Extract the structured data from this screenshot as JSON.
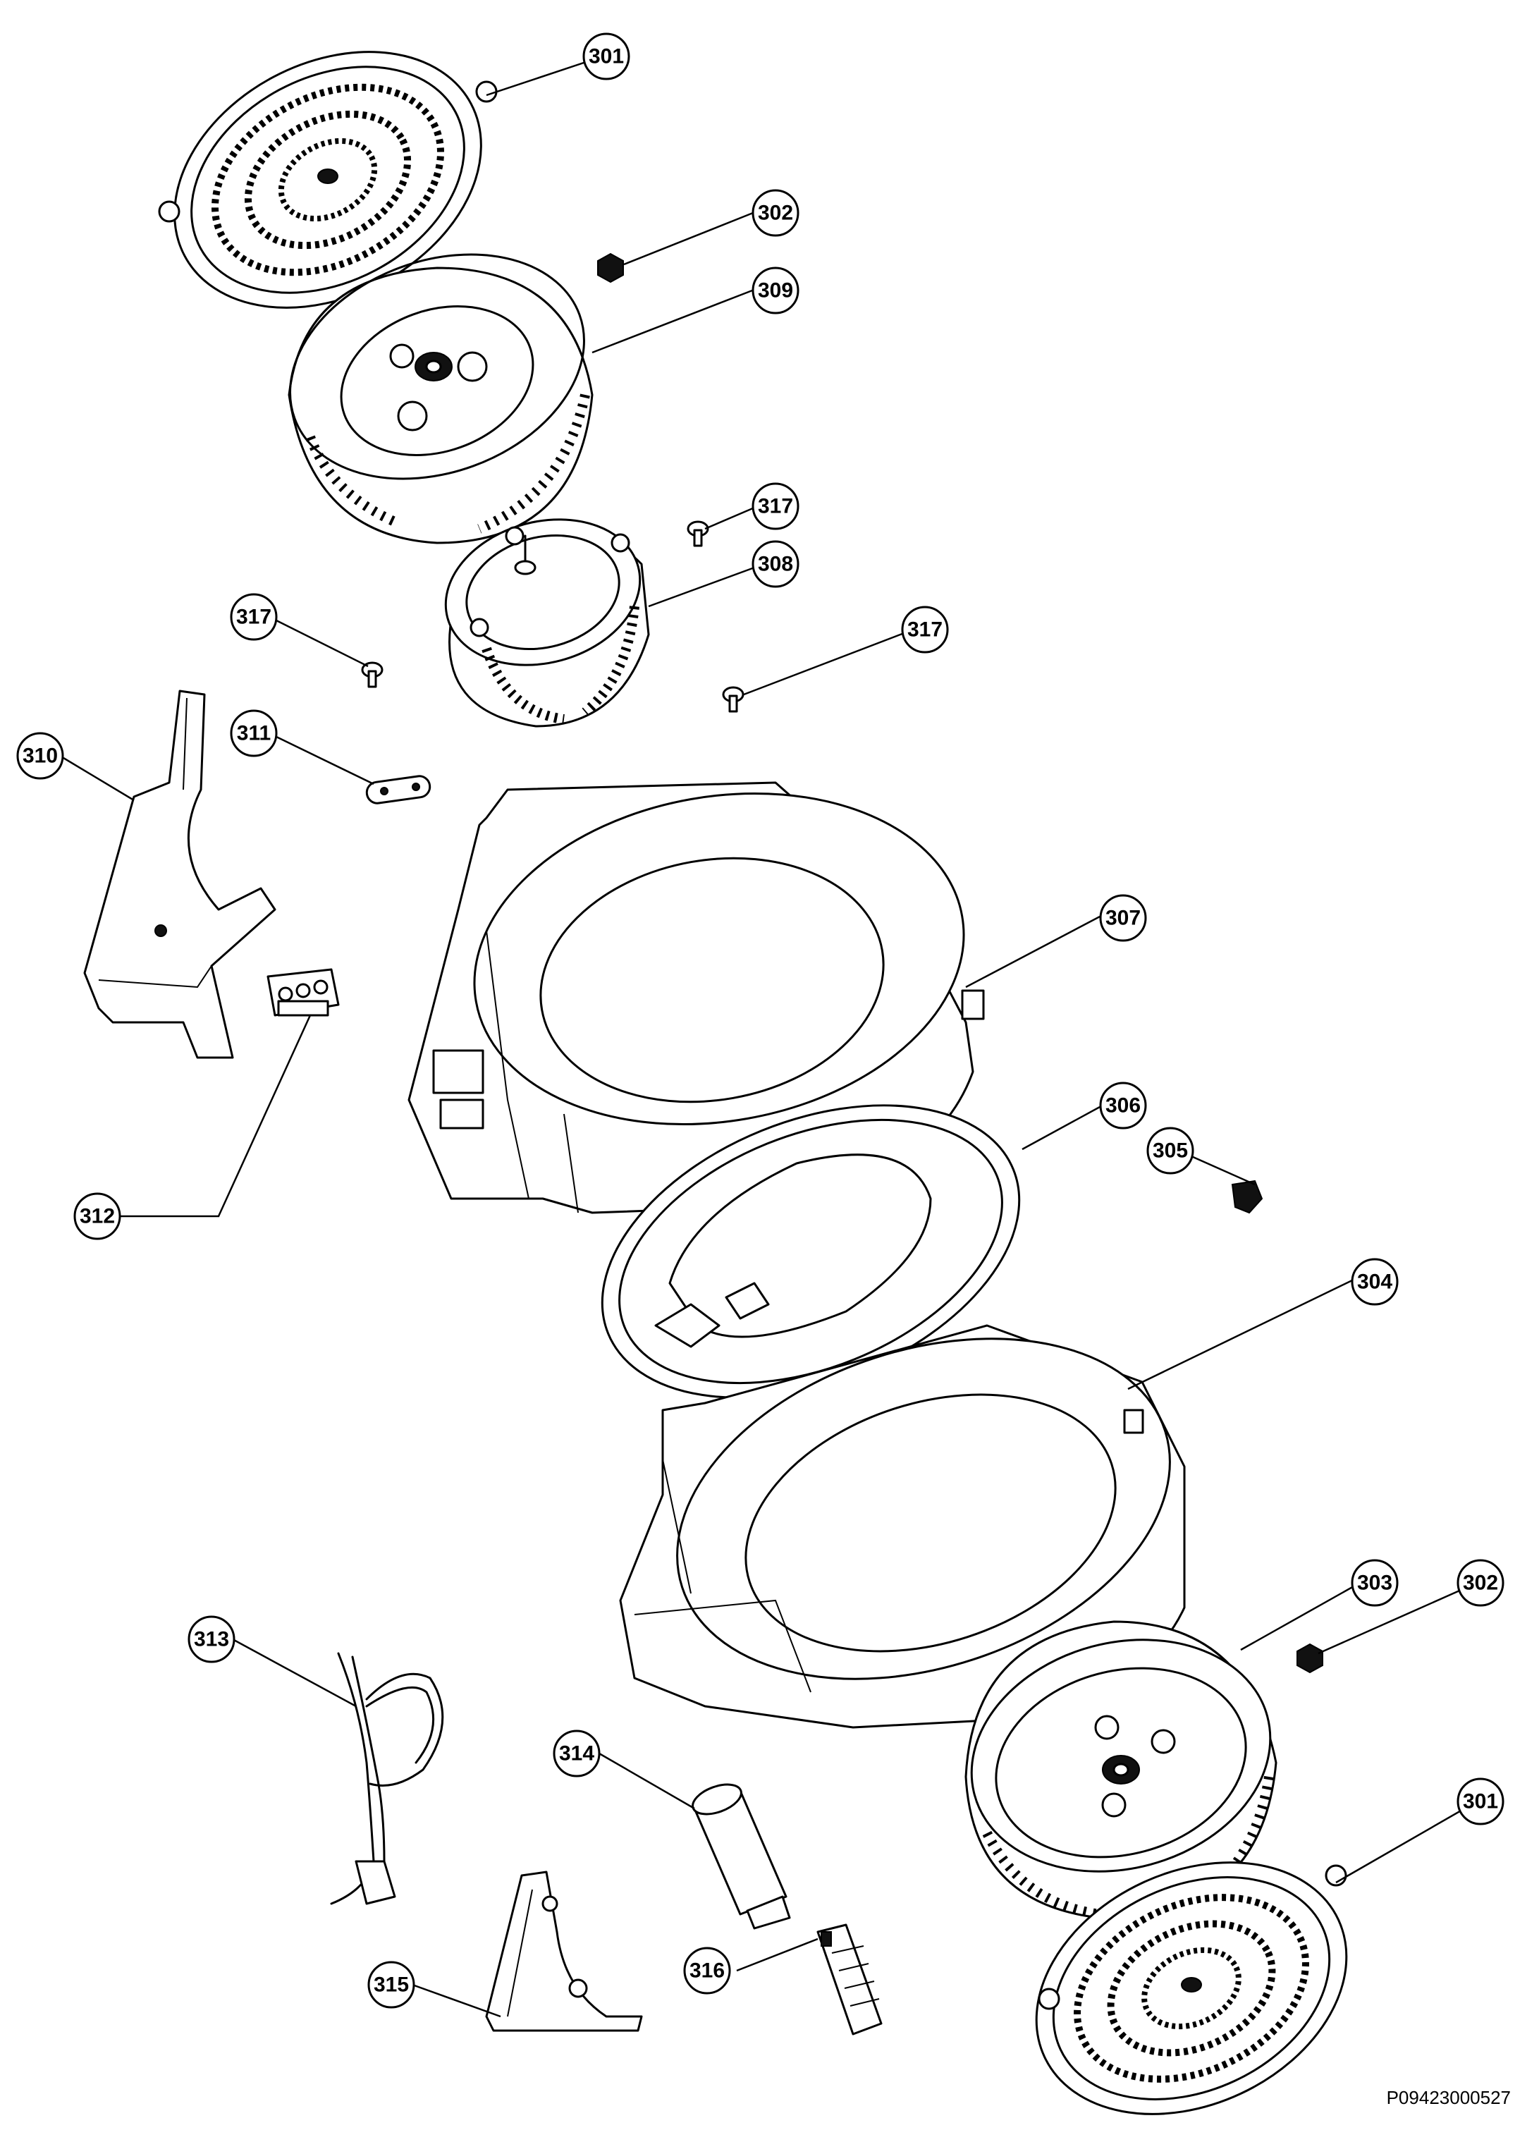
{
  "drawing_number": "P09423000527",
  "callouts": [
    {
      "label": "301"
    },
    {
      "label": "302"
    },
    {
      "label": "309"
    },
    {
      "label": "317"
    },
    {
      "label": "308"
    },
    {
      "label": "317"
    },
    {
      "label": "317"
    },
    {
      "label": "311"
    },
    {
      "label": "310"
    },
    {
      "label": "307"
    },
    {
      "label": "312"
    },
    {
      "label": "306"
    },
    {
      "label": "305"
    },
    {
      "label": "304"
    },
    {
      "label": "303"
    },
    {
      "label": "302"
    },
    {
      "label": "313"
    },
    {
      "label": "314"
    },
    {
      "label": "301"
    },
    {
      "label": "316"
    },
    {
      "label": "315"
    }
  ]
}
